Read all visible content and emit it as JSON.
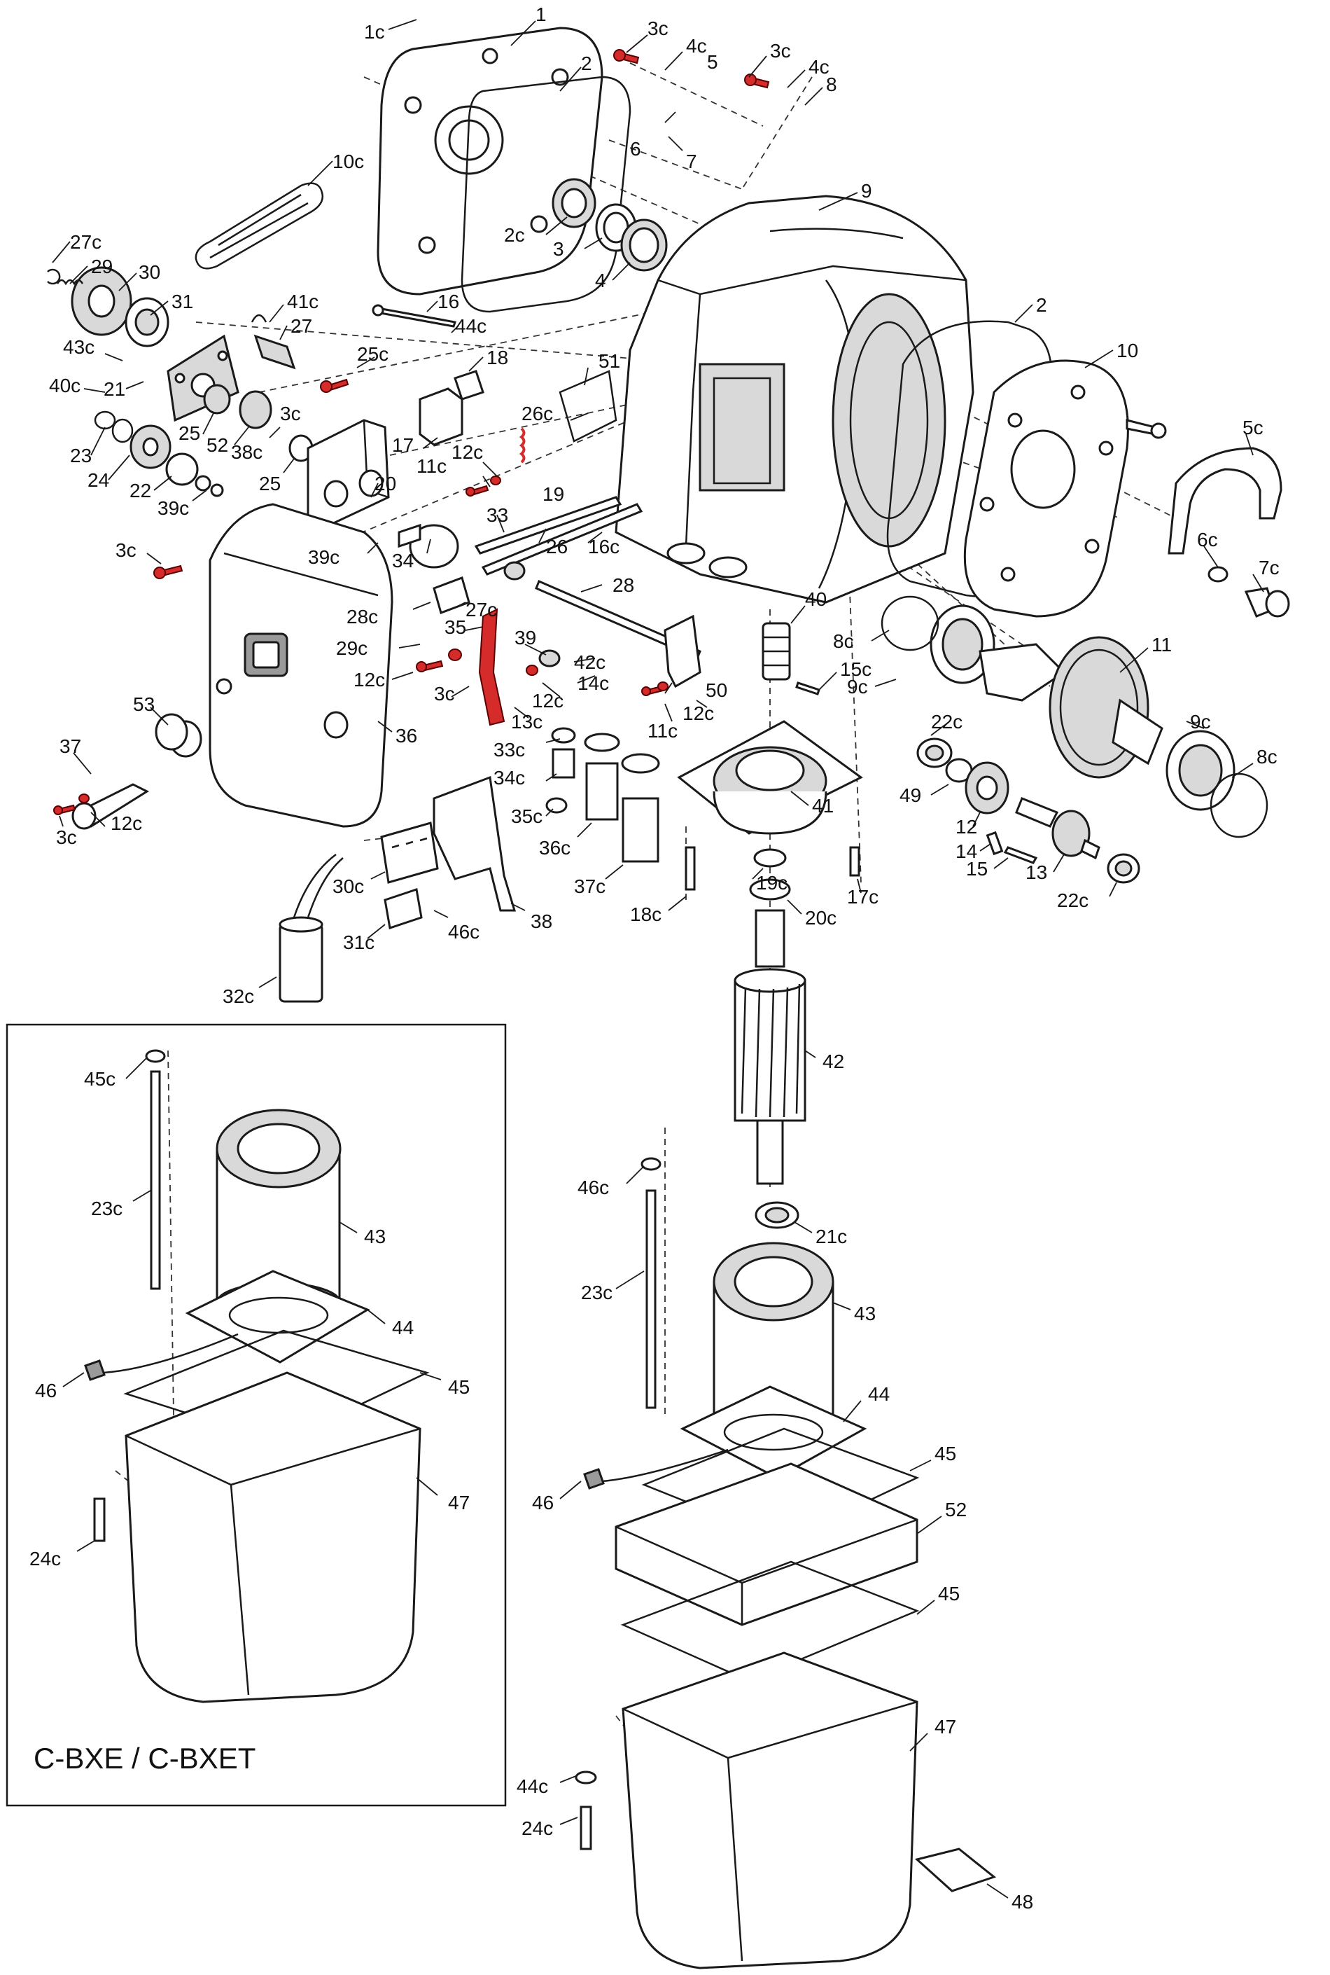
{
  "inset_title": "C-BXE / C-BXET",
  "colors": {
    "highlight": "#d52b2b",
    "line": "#1a1a1a",
    "shade": "#d9d9d9"
  },
  "labels": {
    "l_1c": "1c",
    "l_1": "1",
    "l_2a": "2",
    "l_2c": "2c",
    "l_3": "3",
    "l_4": "4",
    "l_3c_a": "3c",
    "l_4c_a": "4c",
    "l_5": "5",
    "l_6": "6",
    "l_7": "7",
    "l_3c_b": "3c",
    "l_4c_b": "4c",
    "l_8": "8",
    "l_9": "9",
    "l_10c": "10c",
    "l_27c_a": "27c",
    "l_29": "29",
    "l_30": "30",
    "l_31": "31",
    "l_41c": "41c",
    "l_27": "27",
    "l_16": "16",
    "l_44c_a": "44c",
    "l_18": "18",
    "l_2b": "2",
    "l_10": "10",
    "l_43c": "43c",
    "l_25c": "25c",
    "l_40c": "40c",
    "l_21": "21",
    "l_3c_c": "3c",
    "l_23": "23",
    "l_25a": "25",
    "l_52a": "52",
    "l_38c": "38c",
    "l_24": "24",
    "l_22": "22",
    "l_25b": "25",
    "l_39c_a": "39c",
    "l_17": "17",
    "l_51": "51",
    "l_26c": "26c",
    "l_12c_a": "12c",
    "l_11c_a": "11c",
    "l_19": "19",
    "l_20": "20",
    "l_33": "33",
    "l_26": "26",
    "l_16c": "16c",
    "l_5c": "5c",
    "l_3c_d": "3c",
    "l_39c_b": "39c",
    "l_34": "34",
    "l_28": "28",
    "l_40": "40",
    "l_6c": "6c",
    "l_7c": "7c",
    "l_28c": "28c",
    "l_27c_b": "27c",
    "l_35": "35",
    "l_39": "39",
    "l_29c": "29c",
    "l_8c_a": "8c",
    "l_11": "11",
    "l_12c_b": "12c",
    "l_42c": "42c",
    "l_14c": "14c",
    "l_15c": "15c",
    "l_3c_e": "3c",
    "l_12c_c": "12c",
    "l_50": "50",
    "l_9c_a": "9c",
    "l_13c": "13c",
    "l_11c_b": "11c",
    "l_12c_d": "12c",
    "l_22c_a": "22c",
    "l_9c_b": "9c",
    "l_53": "53",
    "l_36": "36",
    "l_33c": "33c",
    "l_8c_b": "8c",
    "l_37": "37",
    "l_34c": "34c",
    "l_41": "41",
    "l_49": "49",
    "l_12": "12",
    "l_12c_e": "12c",
    "l_3c_f": "3c",
    "l_35c": "35c",
    "l_36c": "36c",
    "l_14": "14",
    "l_15": "15",
    "l_13": "13",
    "l_30c": "30c",
    "l_19c": "19c",
    "l_17c": "17c",
    "l_22c_b": "22c",
    "l_37c": "37c",
    "l_20c": "20c",
    "l_46c_a": "46c",
    "l_18c": "18c",
    "l_38": "38",
    "l_31c": "31c",
    "l_32c": "32c",
    "l_42": "42",
    "l_45c": "45c",
    "l_23c_a": "23c",
    "l_43a": "43",
    "l_44a": "44",
    "l_46a": "46",
    "l_45a": "45",
    "l_47a": "47",
    "l_24c_a": "24c",
    "l_46c_b": "46c",
    "l_21c": "21c",
    "l_23c_b": "23c",
    "l_43b": "43",
    "l_44b": "44",
    "l_45b": "45",
    "l_46b": "46",
    "l_52b": "52",
    "l_45d": "45",
    "l_47b": "47",
    "l_44c_b": "44c",
    "l_24c_b": "24c",
    "l_48": "48"
  }
}
